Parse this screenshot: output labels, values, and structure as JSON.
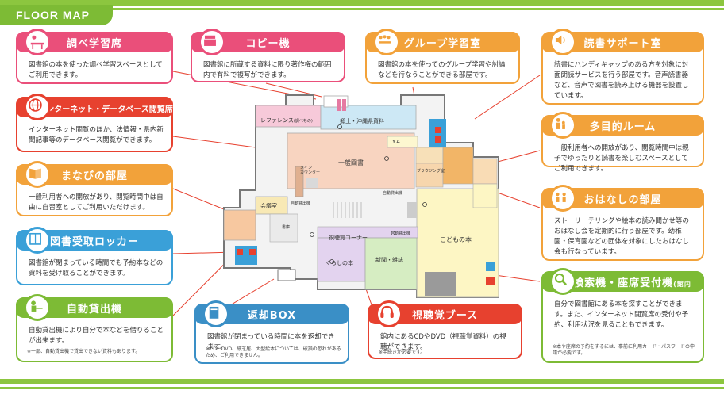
{
  "title": "FLOOR MAP",
  "colors": {
    "green": "#7dbb35",
    "pink": "#ea4f7a",
    "orange": "#f2a23a",
    "blue": "#3aa0d8",
    "red": "#e7412f",
    "teal": "#3a8fc6"
  },
  "cards": {
    "study": {
      "title": "調べ学習席",
      "desc": "図書館の本を使った調べ学習スペースとしてご利用できます。",
      "icon": "desk-icon"
    },
    "internet": {
      "title": "インターネット・データベース閲覧席",
      "desc": "インターネット閲覧のほか、法情報・県内新聞記事等のデータベース閲覧ができます。",
      "icon": "globe-icon"
    },
    "manabi": {
      "title": "まなびの部屋",
      "desc": "一般利用者への開放があり、閲覧時間中は自由に自習室としてご利用いただけます。",
      "icon": "book-icon"
    },
    "locker": {
      "title": "図書受取ロッカー",
      "desc": "図書館が閉まっている時間でも予約本などの資料を受け取ることができます。",
      "icon": "locker-icon"
    },
    "selfcheck": {
      "title": "自動貸出機",
      "desc": "自動貸出機により自分で本などを借りることが出来ます。",
      "note": "※一部、自動貸出機で貸出できない資料もあります。",
      "icon": "person-desk-icon"
    },
    "copy": {
      "title": "コピー機",
      "desc": "図書館に所蔵する資料に限り著作権の範囲内で有料で複写ができます。",
      "icon": "copier-icon"
    },
    "returnbox": {
      "title": "返却BOX",
      "desc": "図書館が閉まっている時間に本を返却できます。",
      "note": "※CD・DVD、紙芝居、大型絵本については、破損の恐れがあるため、ご利用できません。",
      "icon": "box-icon"
    },
    "group": {
      "title": "グループ学習室",
      "desc": "図書館の本を使ってのグループ学習や討論などを行なうことができる部屋です。",
      "icon": "group-icon"
    },
    "av": {
      "title": "視聴覚ブース",
      "desc": "館内にあるCDやDVD（視聴覚資料）の視聴ができます。",
      "note": "※手続きが必要です。",
      "icon": "headphones-icon"
    },
    "reading": {
      "title": "読書サポート室",
      "desc": "読書にハンディキャップのある方を対象に対面朗読サービスを行う部屋です。音声読書器など、音声で図書を読み上げる機器を設置しています。",
      "icon": "speaker-icon"
    },
    "multi": {
      "title": "多目的ルーム",
      "desc": "一般利用者への開放があり、閲覧時間中は親子でゆったりと読書を楽しむスペースとしてご利用できます。",
      "icon": "family-icon"
    },
    "story": {
      "title": "おはなしの部屋",
      "desc": "ストーリーテリングや絵本の読み聞かせ等のおはなし会を定期的に行う部屋です。幼稚園・保育園などの団体を対象にしたおはなし会も行なっています。",
      "icon": "children-icon"
    },
    "opac": {
      "title": "検索機・座席受付機",
      "title_sub": "(館内OPAC)",
      "desc": "自分で図書館にある本を探すことができます。また、インターネット閲覧席の受付や予約、利用状況を見ることもできます。",
      "note": "※本や座席の予約をするには、事前に利用カード・パスワードの申請が必要です。",
      "icon": "search-icon"
    }
  },
  "rooms": {
    "reference": "レファレンス",
    "reference_sub": "(調べもの)",
    "local": "郷土・沖縄県資料",
    "ya": "Y.A",
    "general": "一般図書",
    "main_counter_1": "メイン",
    "main_counter_2": "カウンター",
    "browsing": "ブラウジング室",
    "meeting": "会議室",
    "selfcheck_a": "自動貸出機",
    "selfcheck_b": "自動貸出機",
    "selfcheck_c": "自動貸出機",
    "stacks": "書庫",
    "av_corner": "視聴覚コーナー",
    "life": "くらしの本",
    "news": "新聞・雑誌",
    "children": "こどもの本"
  }
}
